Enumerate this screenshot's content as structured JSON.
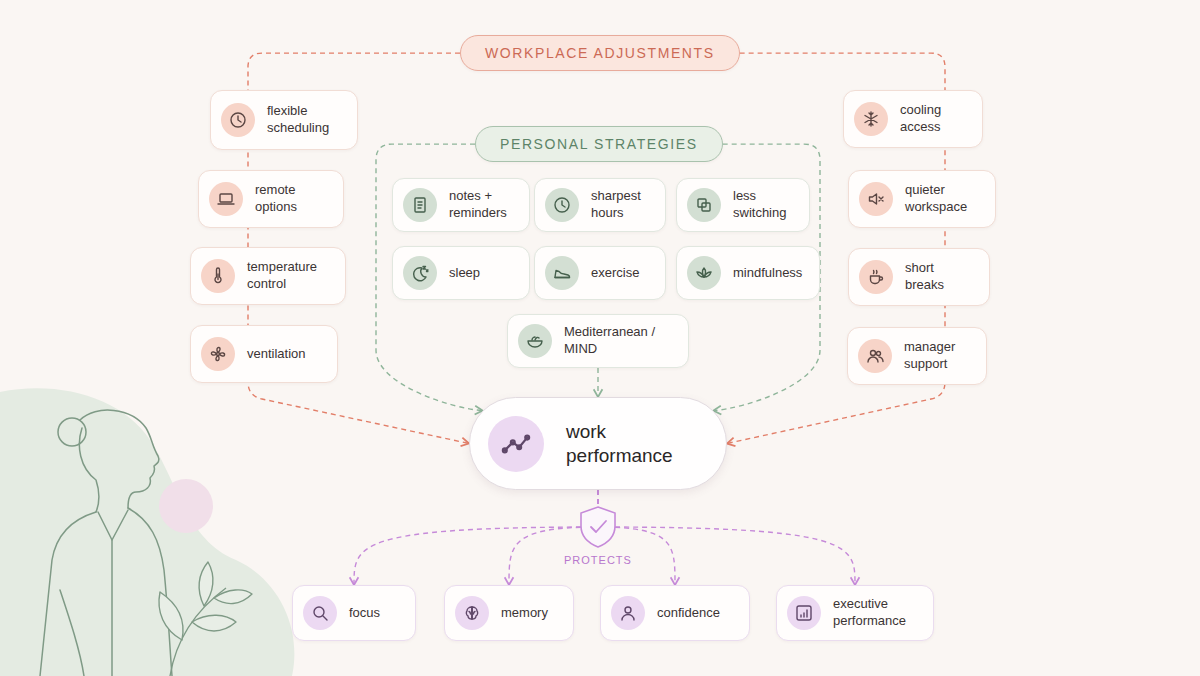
{
  "diagram": {
    "nodes": [
      {
        "text": [
          "WORKPLACE ADJUSTMENTS"
        ]
      },
      {
        "text": [
          "flexible scheduling"
        ]
      },
      {
        "text": [
          "remote options"
        ]
      },
      {
        "text": [
          "temperature control"
        ]
      },
      {
        "text": [
          "ventilation"
        ]
      },
      {
        "text": [
          "cooling access"
        ]
      },
      {
        "text": [
          "quieter workspace"
        ]
      },
      {
        "text": [
          "short breaks"
        ]
      },
      {
        "text": [
          "manager support"
        ]
      },
      {
        "text": [
          "PERSONAL STRATEGIES"
        ]
      },
      {
        "text": [
          "notes + reminders"
        ]
      },
      {
        "text": [
          "sharpest hours"
        ]
      },
      {
        "text": [
          "less switching"
        ]
      },
      {
        "text": [
          "sleep"
        ]
      },
      {
        "text": [
          "exercise"
        ]
      },
      {
        "text": [
          "mindfulness"
        ]
      },
      {
        "text": [
          "Mediterranean / MIND"
        ]
      },
      {
        "text": [
          "work performance"
        ]
      },
      {
        "text": [
          "focus"
        ]
      },
      {
        "text": [
          "memory"
        ]
      },
      {
        "text": [
          "confidence"
        ]
      },
      {
        "text": [
          "executive performance"
        ]
      }
    ],
    "edges": [
      {
        "from": 0,
        "to": 17,
        "arrow": "to"
      },
      {
        "from": 0,
        "to": 17,
        "arrow": "to"
      },
      {
        "from": 9,
        "to": 17,
        "arrow": "to"
      },
      {
        "from": 9,
        "to": 17,
        "arrow": "to"
      },
      {
        "from": 16,
        "to": 17,
        "arrow": "to"
      },
      {
        "from": 17,
        "to": 18,
        "arrow": "to"
      },
      {
        "from": 17,
        "to": 19,
        "arrow": "to"
      },
      {
        "from": 17,
        "to": 20,
        "arrow": "to"
      },
      {
        "from": 17,
        "to": 21,
        "arrow": "to"
      }
    ],
    "labels": [
      "PROTECTS"
    ]
  }
}
